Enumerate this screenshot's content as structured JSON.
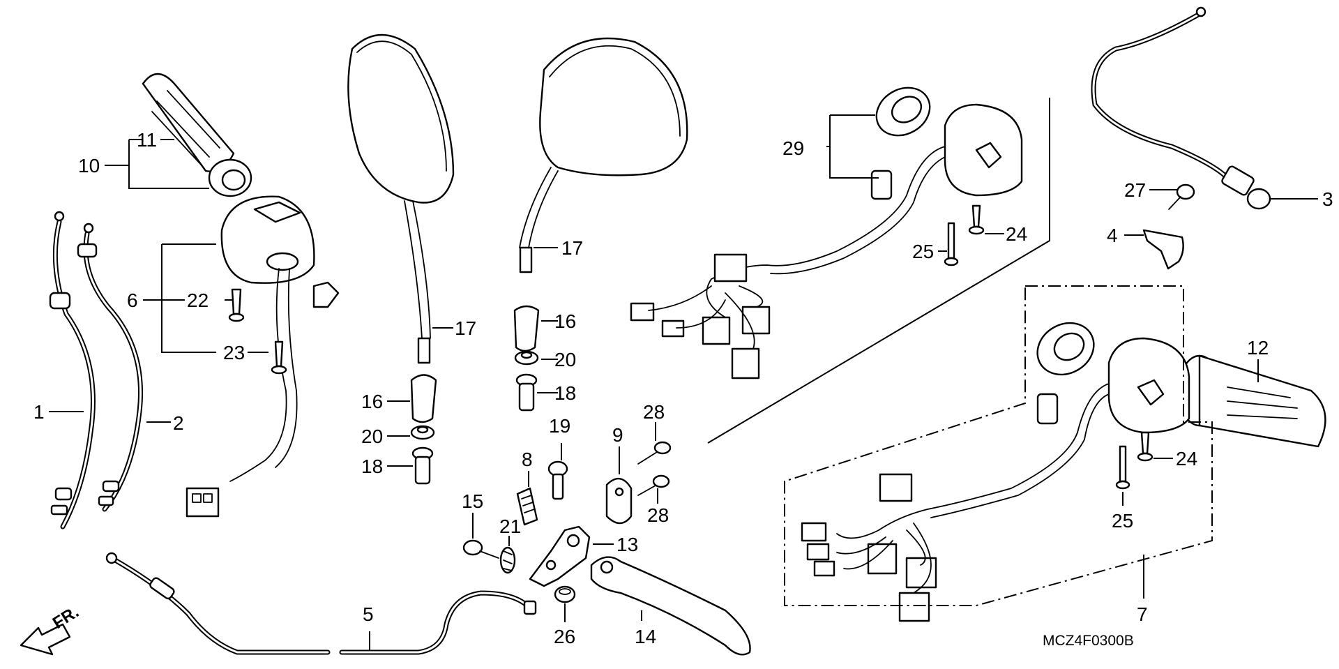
{
  "diagram": {
    "code": "MCZ4F0300B",
    "direction_label": "FR.",
    "callouts": {
      "c1": "1",
      "c2": "2",
      "c3": "3",
      "c4": "4",
      "c5": "5",
      "c6": "6",
      "c7": "7",
      "c8": "8",
      "c9": "9",
      "c10": "10",
      "c11": "11",
      "c12": "12",
      "c13": "13",
      "c14": "14",
      "c15": "15",
      "c16a": "16",
      "c16b": "16",
      "c17a": "17",
      "c17b": "17",
      "c18a": "18",
      "c18b": "18",
      "c19": "19",
      "c20a": "20",
      "c20b": "20",
      "c21": "21",
      "c22": "22",
      "c23": "23",
      "c24a": "24",
      "c24b": "24",
      "c25a": "25",
      "c25b": "25",
      "c26": "26",
      "c27": "27",
      "c28a": "28",
      "c28b": "28",
      "c29": "29"
    }
  }
}
